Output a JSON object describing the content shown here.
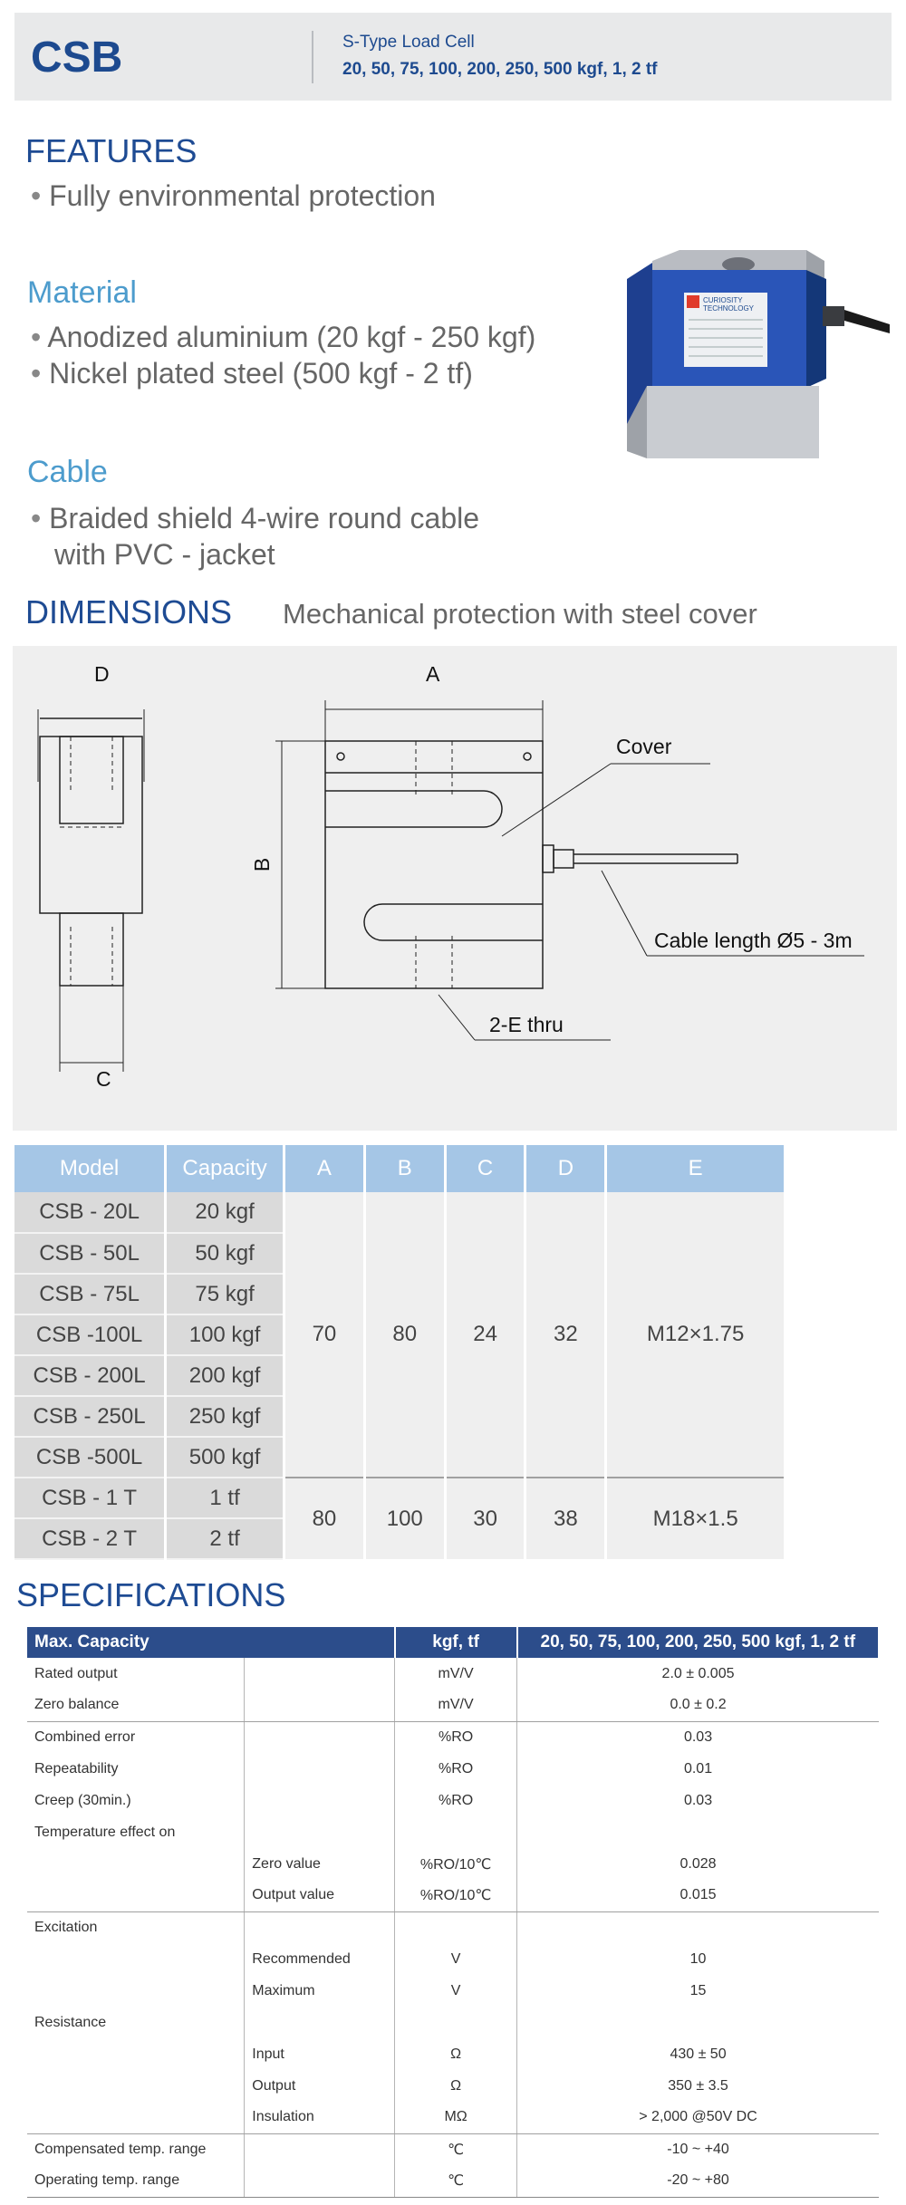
{
  "header": {
    "brand": "CSB",
    "subtitle": "S-Type Load Cell",
    "capacities": "20, 50, 75, 100, 200, 250, 500 kgf, 1, 2 tf"
  },
  "features": {
    "heading": "FEATURES",
    "items": [
      "Fully environmental protection"
    ]
  },
  "material": {
    "heading": "Material",
    "items": [
      "Anodized aluminium (20 kgf - 250 kgf)",
      "Nickel plated steel (500 kgf - 2 tf)"
    ]
  },
  "cable": {
    "heading": "Cable",
    "line1": "Braided shield 4-wire round cable",
    "line2": "with PVC - jacket"
  },
  "dimensions": {
    "heading": "DIMENSIONS",
    "subheading": "Mechanical protection with steel cover",
    "labels": {
      "d": "D",
      "a": "A",
      "b": "B",
      "c": "C",
      "cover": "Cover",
      "cable_length": "Cable length Ø5 - 3m",
      "thru": "2-E thru"
    }
  },
  "product_label": {
    "brand_line1": "CURIOSITY",
    "brand_line2": "TECHNOLOGY"
  },
  "dim_table": {
    "headers": [
      "Model",
      "Capacity",
      "A",
      "B",
      "C",
      "D",
      "E"
    ],
    "group1": {
      "rows": [
        [
          "CSB - 20L",
          "20 kgf"
        ],
        [
          "CSB - 50L",
          "50 kgf"
        ],
        [
          "CSB - 75L",
          "75 kgf"
        ],
        [
          "CSB -100L",
          "100 kgf"
        ],
        [
          "CSB - 200L",
          "200 kgf"
        ],
        [
          "CSB - 250L",
          "250 kgf"
        ],
        [
          "CSB -500L",
          "500 kgf"
        ]
      ],
      "values": [
        "70",
        "80",
        "24",
        "32",
        "M12×1.75"
      ]
    },
    "group2": {
      "rows": [
        [
          "CSB - 1 T",
          "1 tf"
        ],
        [
          "CSB - 2 T",
          "2 tf"
        ]
      ],
      "values": [
        "80",
        "100",
        "30",
        "38",
        "M18×1.5"
      ]
    }
  },
  "specs": {
    "heading": "SPECIFICATIONS",
    "headers": [
      "Max. Capacity",
      "kgf, tf",
      "20, 50, 75, 100, 200, 250, 500 kgf, 1, 2 tf"
    ],
    "rows": [
      {
        "label": "Rated output",
        "sub": "",
        "unit": "mV/V",
        "value": "2.0 ± 0.005"
      },
      {
        "label": "Zero balance",
        "sub": "",
        "unit": "mV/V",
        "value": "0.0 ± 0.2"
      },
      {
        "label": "Combined error",
        "sub": "",
        "unit": "%RO",
        "value": "0.03"
      },
      {
        "label": "Repeatability",
        "sub": "",
        "unit": "%RO",
        "value": "0.01"
      },
      {
        "label": "Creep (30min.)",
        "sub": "",
        "unit": "%RO",
        "value": "0.03"
      },
      {
        "label": "Temperature effect on",
        "sub": "",
        "unit": "",
        "value": ""
      },
      {
        "label": "",
        "sub": "Zero value",
        "unit": "%RO/10℃",
        "value": "0.028"
      },
      {
        "label": "",
        "sub": "Output  value",
        "unit": "%RO/10℃",
        "value": "0.015"
      },
      {
        "label": "Excitation",
        "sub": "",
        "unit": "",
        "value": ""
      },
      {
        "label": "",
        "sub": "Recommended",
        "unit": "V",
        "value": "10"
      },
      {
        "label": "",
        "sub": "Maximum",
        "unit": "V",
        "value": "15"
      },
      {
        "label": "Resistance",
        "sub": "",
        "unit": "",
        "value": ""
      },
      {
        "label": "",
        "sub": "Input",
        "unit": "Ω",
        "value": "430 ± 50"
      },
      {
        "label": "",
        "sub": "Output",
        "unit": "Ω",
        "value": "350 ± 3.5"
      },
      {
        "label": "",
        "sub": "Insulation",
        "unit": "MΩ",
        "value": "> 2,000 @50V DC"
      },
      {
        "label": "Compensated temp. range",
        "sub": "",
        "unit": "℃",
        "value": "-10 ~ +40"
      },
      {
        "label": "Operating temp. range",
        "sub": "",
        "unit": "℃",
        "value": "-20 ~ +80"
      }
    ]
  }
}
